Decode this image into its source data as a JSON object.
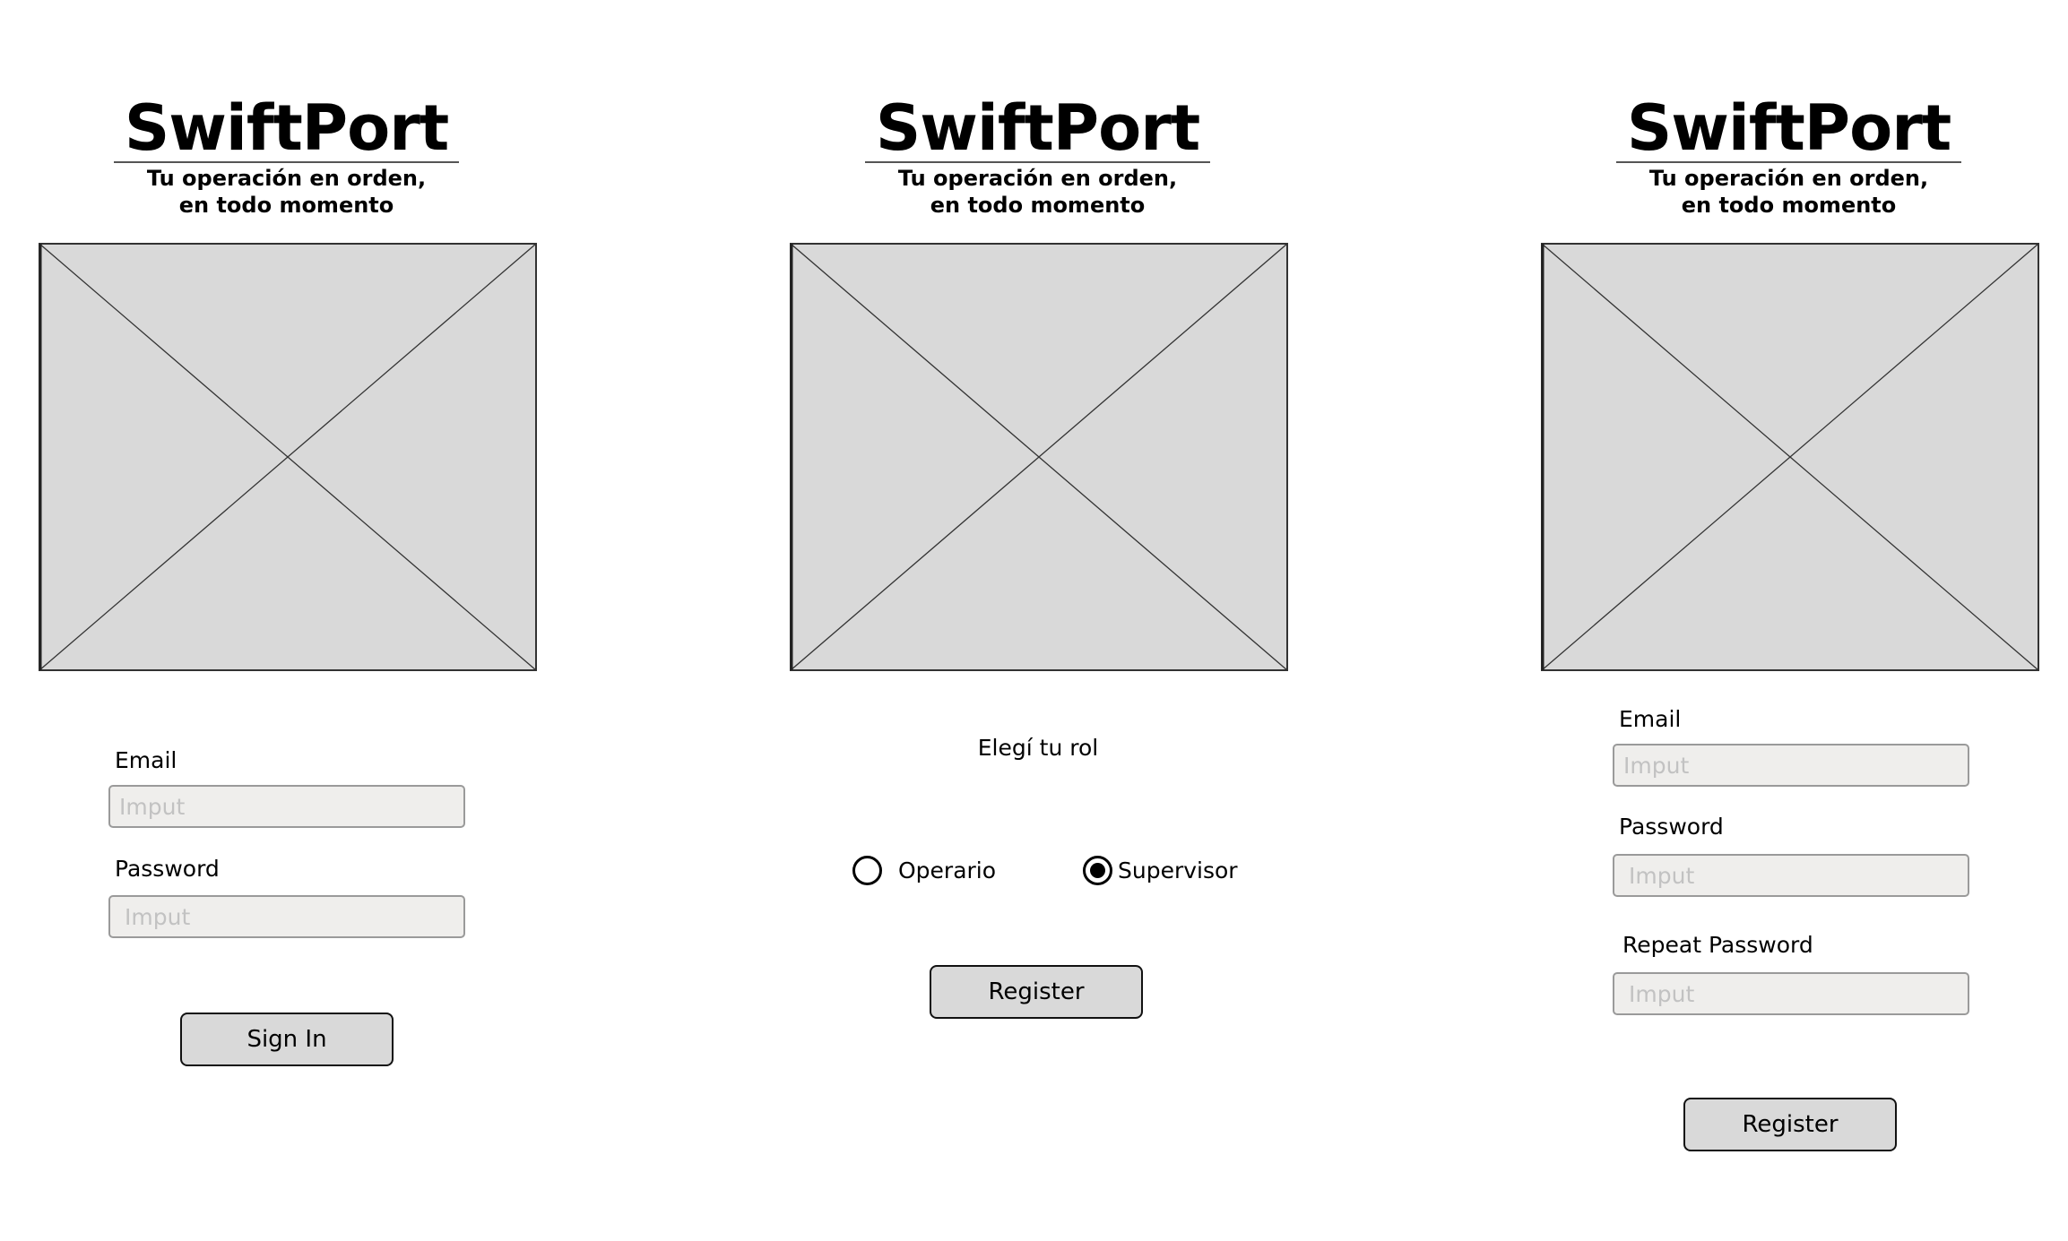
{
  "brand": {
    "title": "SwiftPort",
    "tagline": "Tu operación en orden, en todo momento"
  },
  "signin": {
    "email_label": "Email",
    "email_placeholder": "Imput",
    "password_label": "Password",
    "password_placeholder": "Imput",
    "submit_label": "Sign In"
  },
  "role": {
    "prompt": "Elegí tu rol",
    "options": [
      {
        "label": "Operario",
        "selected": false
      },
      {
        "label": "Supervisor",
        "selected": true
      }
    ],
    "submit_label": "Register"
  },
  "register": {
    "email_label": "Email",
    "email_placeholder": "Imput",
    "password_label": "Password",
    "password_placeholder": "Imput",
    "repeat_label": "Repeat Password",
    "repeat_placeholder": "Imput",
    "submit_label": "Register"
  },
  "colors": {
    "image_fill": "#d9d9d9",
    "input_fill": "#efeeec",
    "button_fill": "#d9d9d9"
  }
}
